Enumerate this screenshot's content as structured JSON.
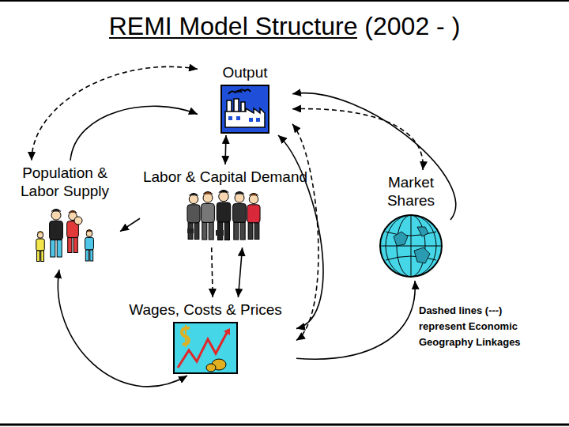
{
  "diagram": {
    "title": "REMI Model Structure (2002 - )",
    "nodes": [
      {
        "text": [
          "Output"
        ]
      },
      {
        "text": [
          "Population & Labor Supply"
        ]
      },
      {
        "text": [
          "Labor & Capital Demand"
        ]
      },
      {
        "text": [
          "Market Shares"
        ]
      },
      {
        "text": [
          "Wages, Costs & Prices"
        ]
      }
    ],
    "edges": [
      {
        "from": 1,
        "to": 0,
        "arrow": "to"
      },
      {
        "from": 0,
        "to": 1,
        "arrow": "both"
      },
      {
        "from": 0,
        "to": 2,
        "arrow": "both"
      },
      {
        "from": 2,
        "to": 1,
        "arrow": "to"
      },
      {
        "from": 2,
        "to": 4,
        "arrow": "to"
      },
      {
        "from": 2,
        "to": 4,
        "arrow": "both"
      },
      {
        "from": 1,
        "to": 4,
        "arrow": "both"
      },
      {
        "from": 4,
        "to": 3,
        "arrow": "to"
      },
      {
        "from": 3,
        "to": 0,
        "arrow": "to"
      },
      {
        "from": 0,
        "to": 3,
        "arrow": "both"
      },
      {
        "from": 4,
        "to": 0,
        "arrow": "both"
      },
      {
        "from": 0,
        "to": 4,
        "arrow": "both"
      }
    ],
    "labels": [
      "Dashed lines (---) represent Economic Geography Linkages"
    ]
  }
}
